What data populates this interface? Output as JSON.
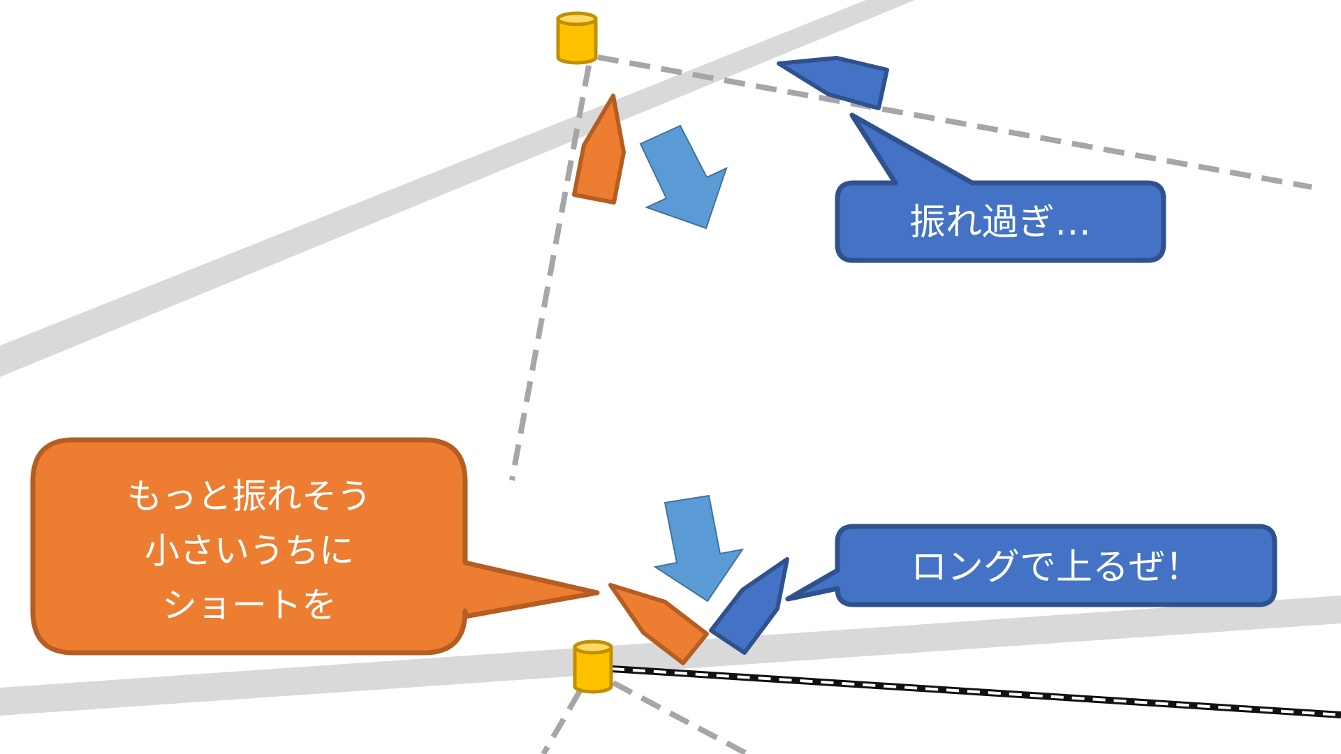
{
  "diagram": {
    "title": "Sailing start: tack decision near the start line",
    "colors": {
      "background": "#ffffff",
      "wind_band": "#d9d9d9",
      "layline": "#a6a6a6",
      "mark_fill": "#ffc000",
      "mark_stroke": "#bf9000",
      "mark_top": "#ffd966",
      "orange_fill": "#ed7d31",
      "orange_stroke": "#b55d22",
      "blue_fill": "#4472c4",
      "blue_stroke": "#2f528f",
      "arrow_fill": "#5b9bd5",
      "arrow_stroke": "#41719c",
      "start_line_dark": "#111111",
      "start_line_light": "#ffffff",
      "text": "#ffffff"
    },
    "elements": {
      "top_mark": {
        "label": "top-mark",
        "icon": "buoy-icon"
      },
      "bottom_mark": {
        "label": "bottom-mark",
        "icon": "buoy-icon"
      },
      "orange_boat_top": {
        "label": "orange-boat",
        "icon": "boat-icon"
      },
      "blue_boat_top": {
        "label": "blue-boat",
        "icon": "boat-icon"
      },
      "orange_boat_bottom": {
        "label": "orange-boat",
        "icon": "boat-icon"
      },
      "blue_boat_bottom": {
        "label": "blue-boat",
        "icon": "boat-icon"
      },
      "arrow_top": {
        "icon": "arrow-down-right-icon"
      },
      "arrow_bottom": {
        "icon": "arrow-down-icon"
      }
    },
    "callouts": {
      "blue_top": {
        "text": "振れ過ぎ…"
      },
      "orange": {
        "lines": [
          "もっと振れそう",
          "小さいうちに",
          "ショートを"
        ]
      },
      "blue_bottom": {
        "text": "ロングで上るぜ！"
      }
    }
  }
}
